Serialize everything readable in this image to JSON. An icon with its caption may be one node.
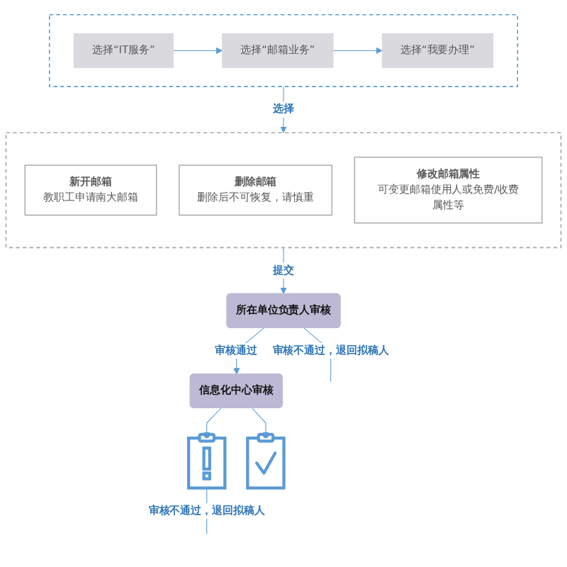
{
  "diagram": {
    "nodes": [
      {
        "text": [],
        "shape": "box"
      },
      {
        "text": [
          "选择“IT服务”"
        ],
        "in": 0
      },
      {
        "text": [
          "选择“邮箱业务”"
        ],
        "in": 0
      },
      {
        "text": [
          "选择“我要办理”"
        ],
        "in": 0
      },
      {
        "text": [],
        "shape": "box"
      },
      {
        "text": [
          "新开邮箱",
          "教职工申请南大邮箱"
        ],
        "in": 4
      },
      {
        "text": [
          "删除邮箱",
          "删除后不可恢复，请慎重"
        ],
        "in": 4
      },
      {
        "text": [
          "修改邮箱属性",
          "可变更邮箱使用人或免费/收费属性等"
        ],
        "in": 4
      },
      {
        "text": [
          "所在单位负责人审核"
        ]
      },
      {
        "text": [
          "信息化中心审核"
        ]
      },
      {
        "text": [],
        "shape": "picture"
      },
      {
        "text": [],
        "shape": "picture"
      }
    ],
    "edges": [
      {
        "from": 1,
        "to": 2,
        "arrow": "to"
      },
      {
        "from": 2,
        "to": 3,
        "arrow": "to"
      },
      {
        "from": 0,
        "to": 4,
        "label": "选择",
        "arrow": "to"
      },
      {
        "from": 4,
        "to": 8,
        "label": "提交",
        "arrow": "to"
      },
      {
        "from": 8,
        "to": 9,
        "label": "审核通过",
        "arrow": "to"
      },
      {
        "from": 9,
        "to": 10,
        "arrow": "to"
      },
      {
        "from": 9,
        "to": 11,
        "arrow": "to"
      },
      {
        "from": 8,
        "to": null,
        "label": "审核不通过，退回拟稿人",
        "arrow": "none"
      },
      {
        "from": 10,
        "to": null,
        "label": "审核不通过，退回拟稿人",
        "arrow": "none"
      }
    ]
  }
}
